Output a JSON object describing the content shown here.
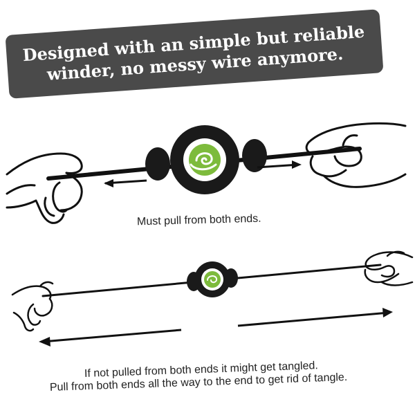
{
  "banner": {
    "line1": "Designed with an simple but reliable",
    "line2": "winder, no messy wire anymore."
  },
  "illustration_1": {
    "caption": "Must pull from both ends."
  },
  "illustration_2": {
    "caption_line1": "If not pulled from both ends it might get tangled.",
    "caption_line2": "Pull from both ends all the way to the end to get rid of tangle."
  },
  "colors": {
    "banner_bg": "#4a4a4a",
    "winder_body": "#1a1a1a",
    "winder_center": "#7dbb3c",
    "cable": "#111111"
  },
  "icons": [
    "hand-left-icon",
    "hand-right-icon",
    "winder-icon",
    "arrow-left-icon",
    "arrow-right-icon"
  ]
}
